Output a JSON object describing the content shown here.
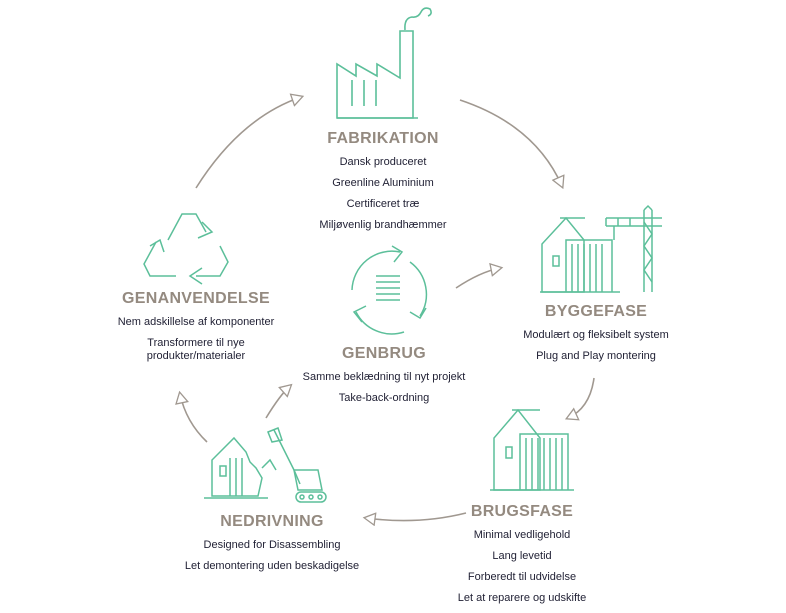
{
  "stages": {
    "fabrikation": {
      "title": "FABRIKATION",
      "items": [
        "Dansk produceret",
        "Greenline Aluminium",
        "Certificeret træ",
        "Miljøvenlig brandhæmmer"
      ]
    },
    "byggefase": {
      "title": "BYGGEFASE",
      "items": [
        "Modulært og fleksibelt system",
        "Plug and Play montering"
      ]
    },
    "brugsfase": {
      "title": "BRUGSFASE",
      "items": [
        "Minimal vedligehold",
        "Lang levetid",
        "Forberedt til udvidelse",
        "Let at reparere og udskifte"
      ]
    },
    "nedrivning": {
      "title": "NEDRIVNING",
      "items": [
        "Designed for Disassembling",
        "Let demontering uden beskadigelse"
      ]
    },
    "genanvendelse": {
      "title": "GENANVENDELSE",
      "items": [
        "Nem adskillelse af komponenter",
        "Transformere til nye",
        "produkter/materialer"
      ]
    },
    "genbrug": {
      "title": "GENBRUG",
      "items": [
        "Samme beklædning til nyt projekt",
        "Take-back-ordning"
      ]
    }
  },
  "colors": {
    "icon_green": "#5cbf9a",
    "arrow_gray": "#a09890",
    "title_gray": "#948a80",
    "text_dark": "#1f1f33"
  },
  "icons": [
    "factory-icon",
    "house-crane-icon",
    "house-icon",
    "demolition-excavator-icon",
    "recycle-icon",
    "reuse-cycle-icon"
  ]
}
